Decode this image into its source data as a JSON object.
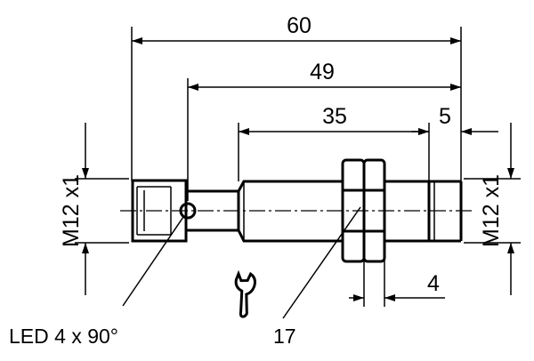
{
  "dimensions": {
    "overall_length": "60",
    "length_49": "49",
    "length_35": "35",
    "length_5": "5",
    "length_4": "4"
  },
  "threads": {
    "left": "M12 x1",
    "right": "M12 x1"
  },
  "labels": {
    "led": "LED 4 x 90°",
    "wrench_size": "17"
  },
  "icons": {
    "wrench": "wrench-icon"
  }
}
